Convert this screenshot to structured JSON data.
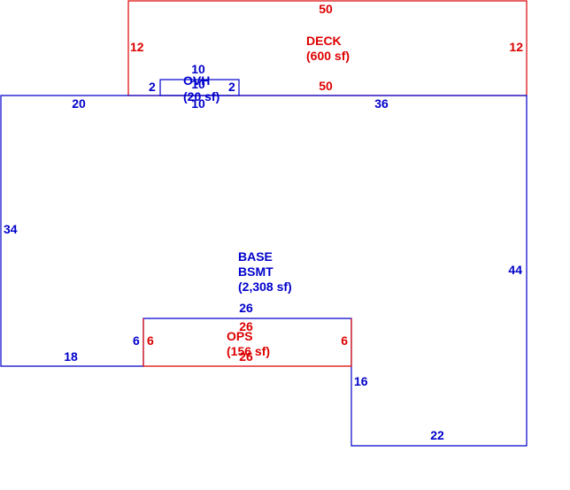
{
  "colors": {
    "deck": "#dd0000",
    "base": "#0000cc",
    "background": "#ffffff"
  },
  "deck": {
    "name": "DECK",
    "area": "(600 sf)",
    "dims": {
      "top": "50",
      "bottom": "50",
      "left": "12",
      "right": "12"
    }
  },
  "ovh": {
    "name": "OVH",
    "area": "(20 sf)",
    "dims": {
      "top": "10",
      "mid": "10",
      "bottom": "10",
      "left": "2",
      "right": "2"
    }
  },
  "base": {
    "name_line1": "BASE",
    "name_line2": "BSMT",
    "area": "(2,308 sf)",
    "dims": {
      "top_left": "20",
      "top_right": "36",
      "left": "34",
      "right": "44",
      "bottom_left": "18",
      "notch_left": "6",
      "notch_top": "26",
      "notch_right_side": "16",
      "bottom_right": "22"
    }
  },
  "ops": {
    "name": "OPS",
    "area": "(156 sf)",
    "dims": {
      "top": "26",
      "bottom": "26",
      "left": "6",
      "right": "6"
    }
  }
}
